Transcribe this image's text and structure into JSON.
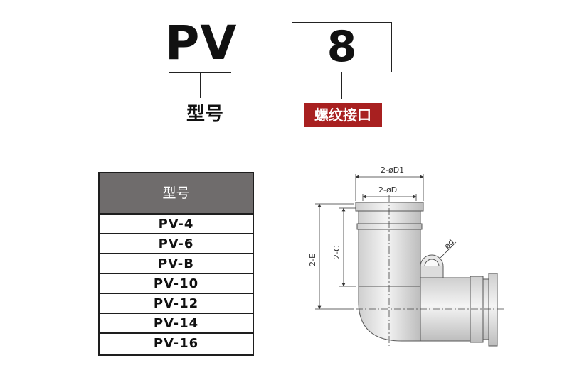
{
  "header": {
    "model_code": "PV",
    "size_code": "8",
    "model_label": "型号",
    "thread_label": "螺纹接口"
  },
  "table": {
    "header": "型号",
    "rows": [
      "PV-4",
      "PV-6",
      "PV-B",
      "PV-10",
      "PV-12",
      "PV-14",
      "PV-16"
    ]
  },
  "drawing": {
    "dim_d1": "2-øD1",
    "dim_d": "2-øD",
    "dim_c": "2-C",
    "dim_e": "2-E",
    "dim_hole": "ød"
  }
}
